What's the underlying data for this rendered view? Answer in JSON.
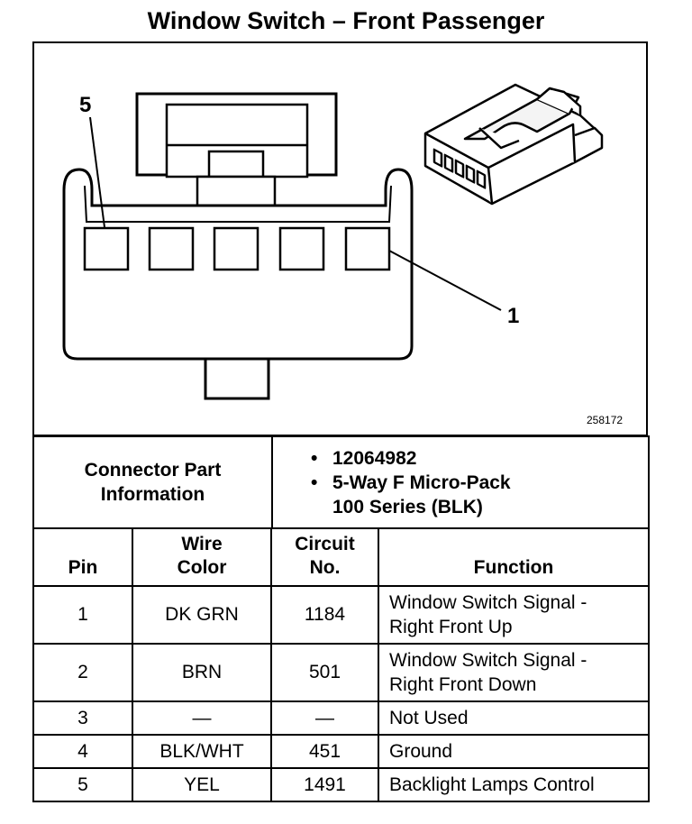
{
  "title": "Window Switch – Front Passenger",
  "diagram": {
    "callout_pin5": "5",
    "callout_pin1": "1",
    "figure_number": "258172"
  },
  "connector": {
    "label_line1": "Connector Part",
    "label_line2": "Information",
    "part_number": "12064982",
    "description_line1": "5-Way F Micro-Pack",
    "description_line2": "100 Series (BLK)"
  },
  "table": {
    "headers": {
      "pin": "Pin",
      "wire_line1": "Wire",
      "wire_line2": "Color",
      "circuit_line1": "Circuit",
      "circuit_line2": "No.",
      "function": "Function"
    },
    "rows": [
      {
        "pin": "1",
        "color": "DK GRN",
        "circuit": "1184",
        "function_line1": "Window Switch Signal -",
        "function_line2": "Right Front Up"
      },
      {
        "pin": "2",
        "color": "BRN",
        "circuit": "501",
        "function_line1": "Window Switch Signal -",
        "function_line2": "Right Front Down"
      },
      {
        "pin": "3",
        "color": "—",
        "circuit": "—",
        "function_line1": "Not Used",
        "function_line2": ""
      },
      {
        "pin": "4",
        "color": "BLK/WHT",
        "circuit": "451",
        "function_line1": "Ground",
        "function_line2": ""
      },
      {
        "pin": "5",
        "color": "YEL",
        "circuit": "1491",
        "function_line1": "Backlight Lamps Control",
        "function_line2": ""
      }
    ]
  }
}
